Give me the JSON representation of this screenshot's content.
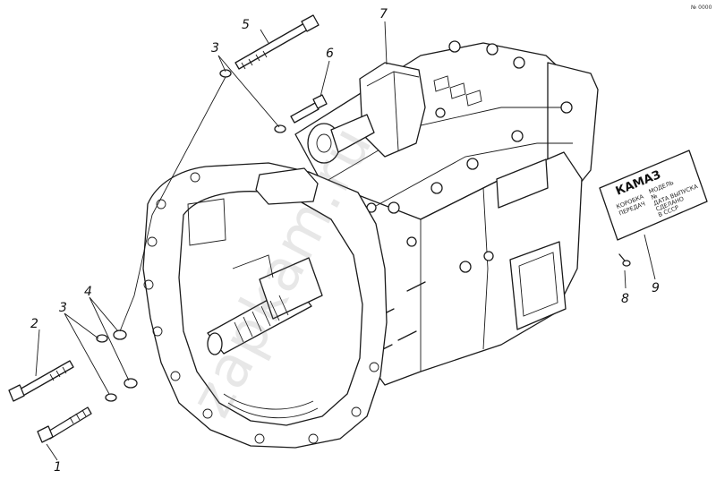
{
  "corner_code": "№ 0000",
  "callouts": {
    "n1": "1",
    "n2": "2",
    "n3a": "3",
    "n3b": "3",
    "n4": "4",
    "n5": "5",
    "n6": "6",
    "n7": "7",
    "n8": "8",
    "n9": "9"
  },
  "nameplate": {
    "brand": "КАМАЗ",
    "lines": [
      "КОРОБКА",
      "ПЕРЕДАЧ",
      "МОДЕЛЬ",
      "№",
      "ДАТА ВЫПУСКА",
      "СДЕЛАНО",
      "В СССР"
    ]
  },
  "watermark": "zapkam.ru"
}
